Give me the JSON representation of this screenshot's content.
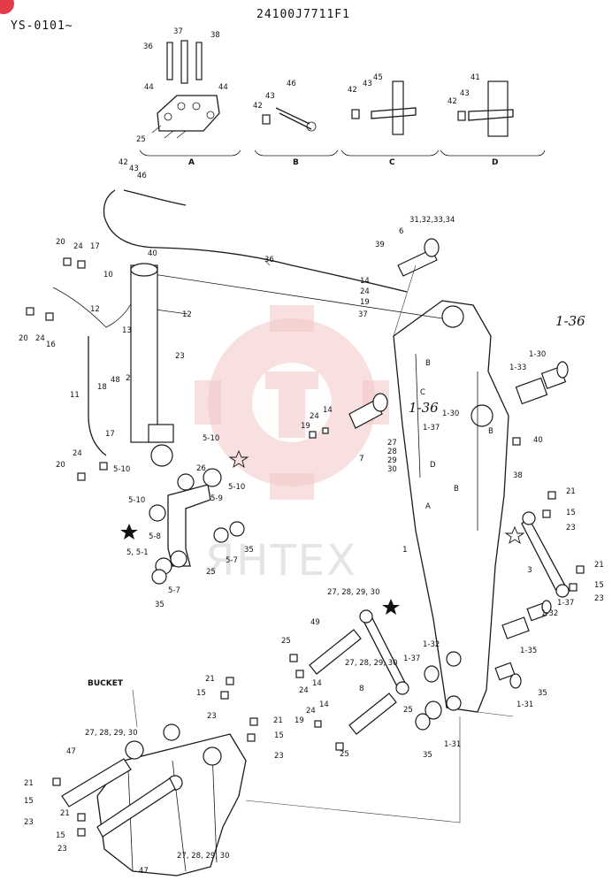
{
  "header": {
    "serial": "YS-0101~",
    "drawing_no": "24100J7711F1"
  },
  "sections": [
    "A",
    "B",
    "C",
    "D"
  ],
  "bucket_label": "BUCKET",
  "handwritten": [
    "1-36",
    "1-36"
  ],
  "watermark": "ЯНТЕХ",
  "labels": {
    "l36a": "36",
    "l37a": "37",
    "l38a": "38",
    "l44a": "44",
    "l44b": "44",
    "l25a": "25",
    "l42b": "42",
    "l43b": "43",
    "l46b": "46",
    "l42c": "42",
    "l43c": "43",
    "l45c": "45",
    "l42d": "42",
    "l43d": "43",
    "l41d": "41",
    "l42e": "42",
    "l43e": "43",
    "l46e": "46",
    "l20a": "20",
    "l24a": "24",
    "l17a": "17",
    "l10a": "10",
    "l40a": "40",
    "l20b": "20",
    "l24b": "24",
    "l16b": "16",
    "l12a": "12",
    "l12b": "12",
    "l13a": "13",
    "l18a": "18",
    "l48a": "48",
    "l23a": "23",
    "l11a": "11",
    "l2a": "2",
    "l17b": "17",
    "l20c": "20",
    "l24c": "24",
    "l510a": "5-10",
    "l510b": "5-10",
    "l36b": "36",
    "l31": "31,32,33,34",
    "l39": "39",
    "l6": "6",
    "l14a": "14",
    "l24d": "24",
    "l19a": "19",
    "l37b": "37",
    "lB1": "B",
    "lC1": "C",
    "l26": "26",
    "l510c": "5-10",
    "l59": "5-9",
    "l510d": "5-10",
    "l58": "5-8",
    "l55": "5, 5-1",
    "l25b": "25",
    "l57a": "5-7",
    "l35a": "35",
    "l57b": "5-7",
    "l35b": "35",
    "l19b": "19",
    "l24e": "24",
    "l14b": "14",
    "l7": "7",
    "l27a": "27",
    "l28a": "28",
    "l29a": "29",
    "l30a": "30",
    "l130a": "1-30",
    "l137a": "1-37",
    "l133": "1-33",
    "l130b": "1-30",
    "lD1": "D",
    "lB2": "B",
    "lA1": "A",
    "l40b": "40",
    "lB3": "B",
    "l38b": "38",
    "l1": "1",
    "l21a": "21",
    "l15a": "15",
    "l23b": "23",
    "l3": "3",
    "l21b": "21",
    "l15b": "15",
    "l23c": "23",
    "l137b": "1-37",
    "l132a": "1-32",
    "l135": "1-35",
    "l2730a": "27, 28, 29, 30",
    "l49": "49",
    "l25c": "25",
    "l24f": "24",
    "l14c": "14",
    "l2730b": "27, 28, 29, 30",
    "l132b": "1-32",
    "l137c": "1-37",
    "l8": "8",
    "l19c": "19",
    "l24g": "24",
    "l14d": "14",
    "l25d": "25",
    "l25e": "25",
    "l35c": "35",
    "l131a": "1-31",
    "l131b": "1-31",
    "l35d": "35",
    "l21c": "21",
    "l15c": "15",
    "l23d": "23",
    "l21d": "21",
    "l15d": "15",
    "l23e": "23",
    "l2730c": "27, 28, 29, 30",
    "l47a": "47",
    "l21e": "21",
    "l15e": "15",
    "l23f": "23",
    "l21f": "21",
    "l15f": "15",
    "l23g": "23",
    "l2730d": "27, 28, 29, 30",
    "l47b": "47"
  }
}
